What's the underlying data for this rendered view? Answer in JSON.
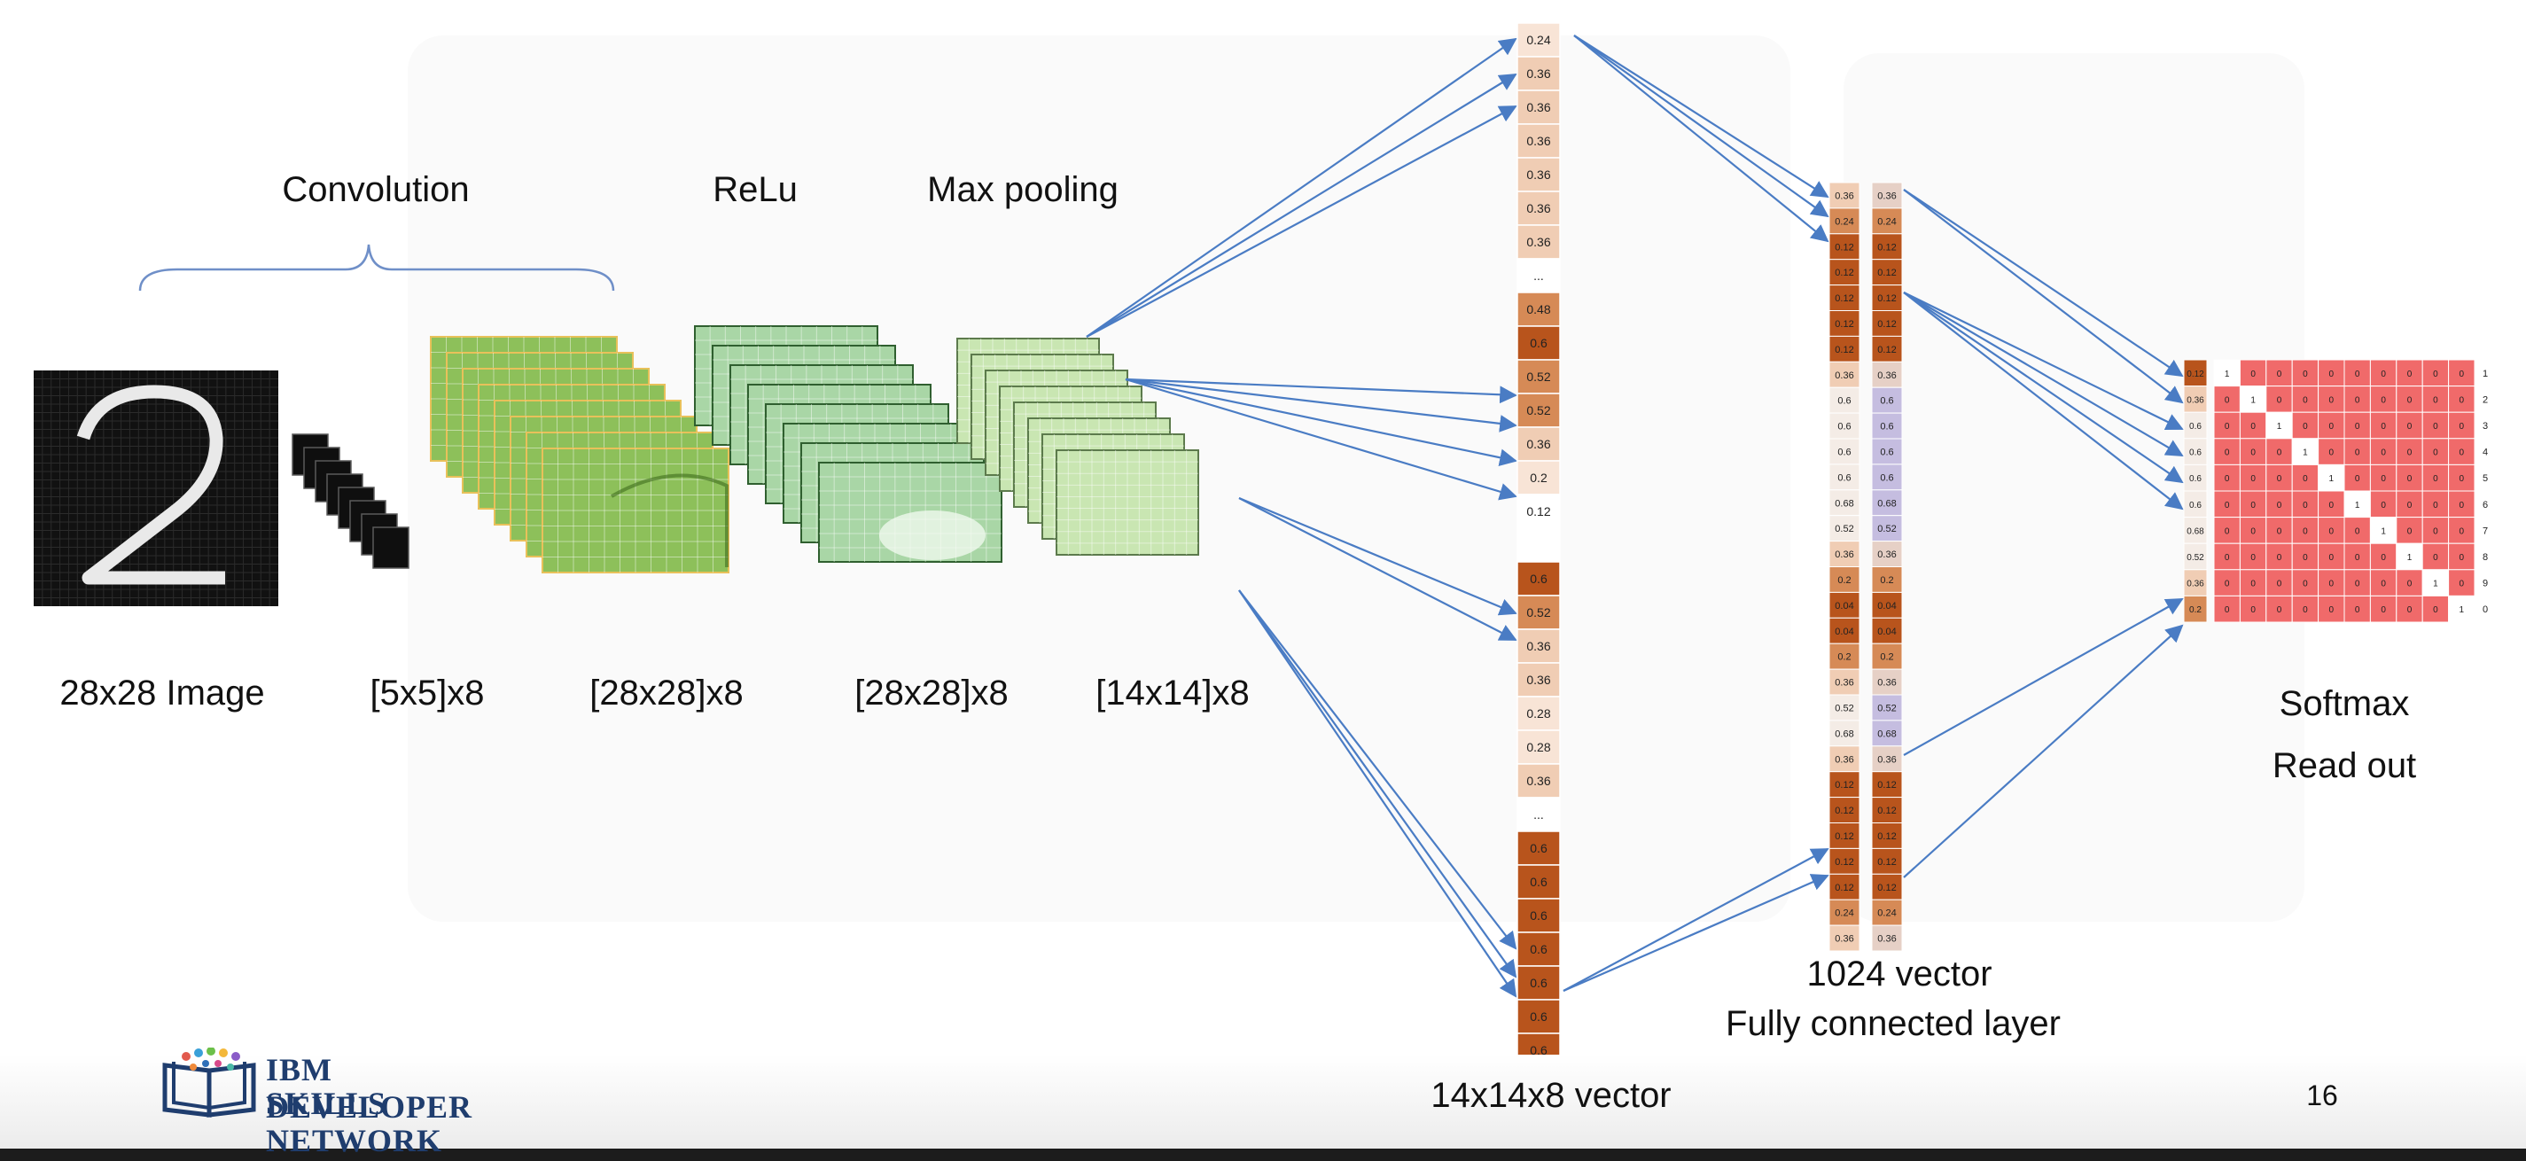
{
  "stages": {
    "convolution": "Convolution",
    "relu": "ReLu",
    "maxpool": "Max pooling"
  },
  "shapes": {
    "image": "28x28 Image",
    "kernels": "[5x5]x8",
    "conv": "[28x28]x8",
    "relu": "[28x28]x8",
    "pool": "[14x14]x8"
  },
  "flat_vector": {
    "label": "14x14x8 vector",
    "cells": [
      "0.24",
      "0.36",
      "0.36",
      "0.36",
      "0.36",
      "0.36",
      "0.36",
      "...",
      "0.48",
      "0.6",
      "0.52",
      "0.52",
      "0.36",
      "0.2",
      "0.12",
      "",
      "0.6",
      "0.52",
      "0.36",
      "0.36",
      "0.28",
      "0.28",
      "0.36",
      "...",
      "0.6",
      "0.6",
      "0.6",
      "0.6",
      "0.6",
      "0.6",
      "0.6"
    ]
  },
  "fc_layer": {
    "label_line1": "1024 vector",
    "label_line2": "Fully connected layer",
    "col1": [
      "0.36",
      "0.24",
      "0.12",
      "0.12",
      "0.12",
      "0.12",
      "0.12",
      "0.36",
      "0.6",
      "0.6",
      "0.6",
      "0.6",
      "0.68",
      "0.52",
      "0.36",
      "0.2",
      "0.04",
      "0.04",
      "0.2",
      "0.36",
      "0.52",
      "0.68",
      "0.36",
      "0.12",
      "0.12",
      "0.12",
      "0.12",
      "0.12",
      "0.24",
      "0.36"
    ],
    "col2": [
      "0.36",
      "0.24",
      "0.12",
      "0.12",
      "0.12",
      "0.12",
      "0.12",
      "0.36",
      "0.6",
      "0.6",
      "0.6",
      "0.6",
      "0.68",
      "0.52",
      "0.36",
      "0.2",
      "0.04",
      "0.04",
      "0.2",
      "0.36",
      "0.52",
      "0.68",
      "0.36",
      "0.12",
      "0.12",
      "0.12",
      "0.12",
      "0.12",
      "0.24",
      "0.36"
    ]
  },
  "softmax": {
    "label_line1": "Softmax",
    "label_line2": "Read out",
    "input_col": [
      "0.12",
      "0.36",
      "0.6",
      "0.6",
      "0.6",
      "0.6",
      "0.68",
      "0.52",
      "0.36",
      "0.2"
    ],
    "row_labels": [
      "1",
      "2",
      "3",
      "4",
      "5",
      "6",
      "7",
      "8",
      "9",
      "0"
    ]
  },
  "footer": {
    "logo_line1": "IBM DEVELOPER",
    "logo_line2": "SKILLS NETWORK",
    "page_number": "16"
  },
  "colors": {
    "arrow": "#4a7cc4",
    "brace": "#6f8fc8",
    "vector_dark": "#b8541c",
    "vector_mid": "#d68a56",
    "vector_light": "#f0cdb4",
    "fc_purple": "#c5bde0",
    "softmax_red": "#f06a6a",
    "conv_green": "#8dc05a",
    "relu_green": "#a9d6a6",
    "pool_green": "#c9e6b2",
    "image_black": "#111111"
  }
}
